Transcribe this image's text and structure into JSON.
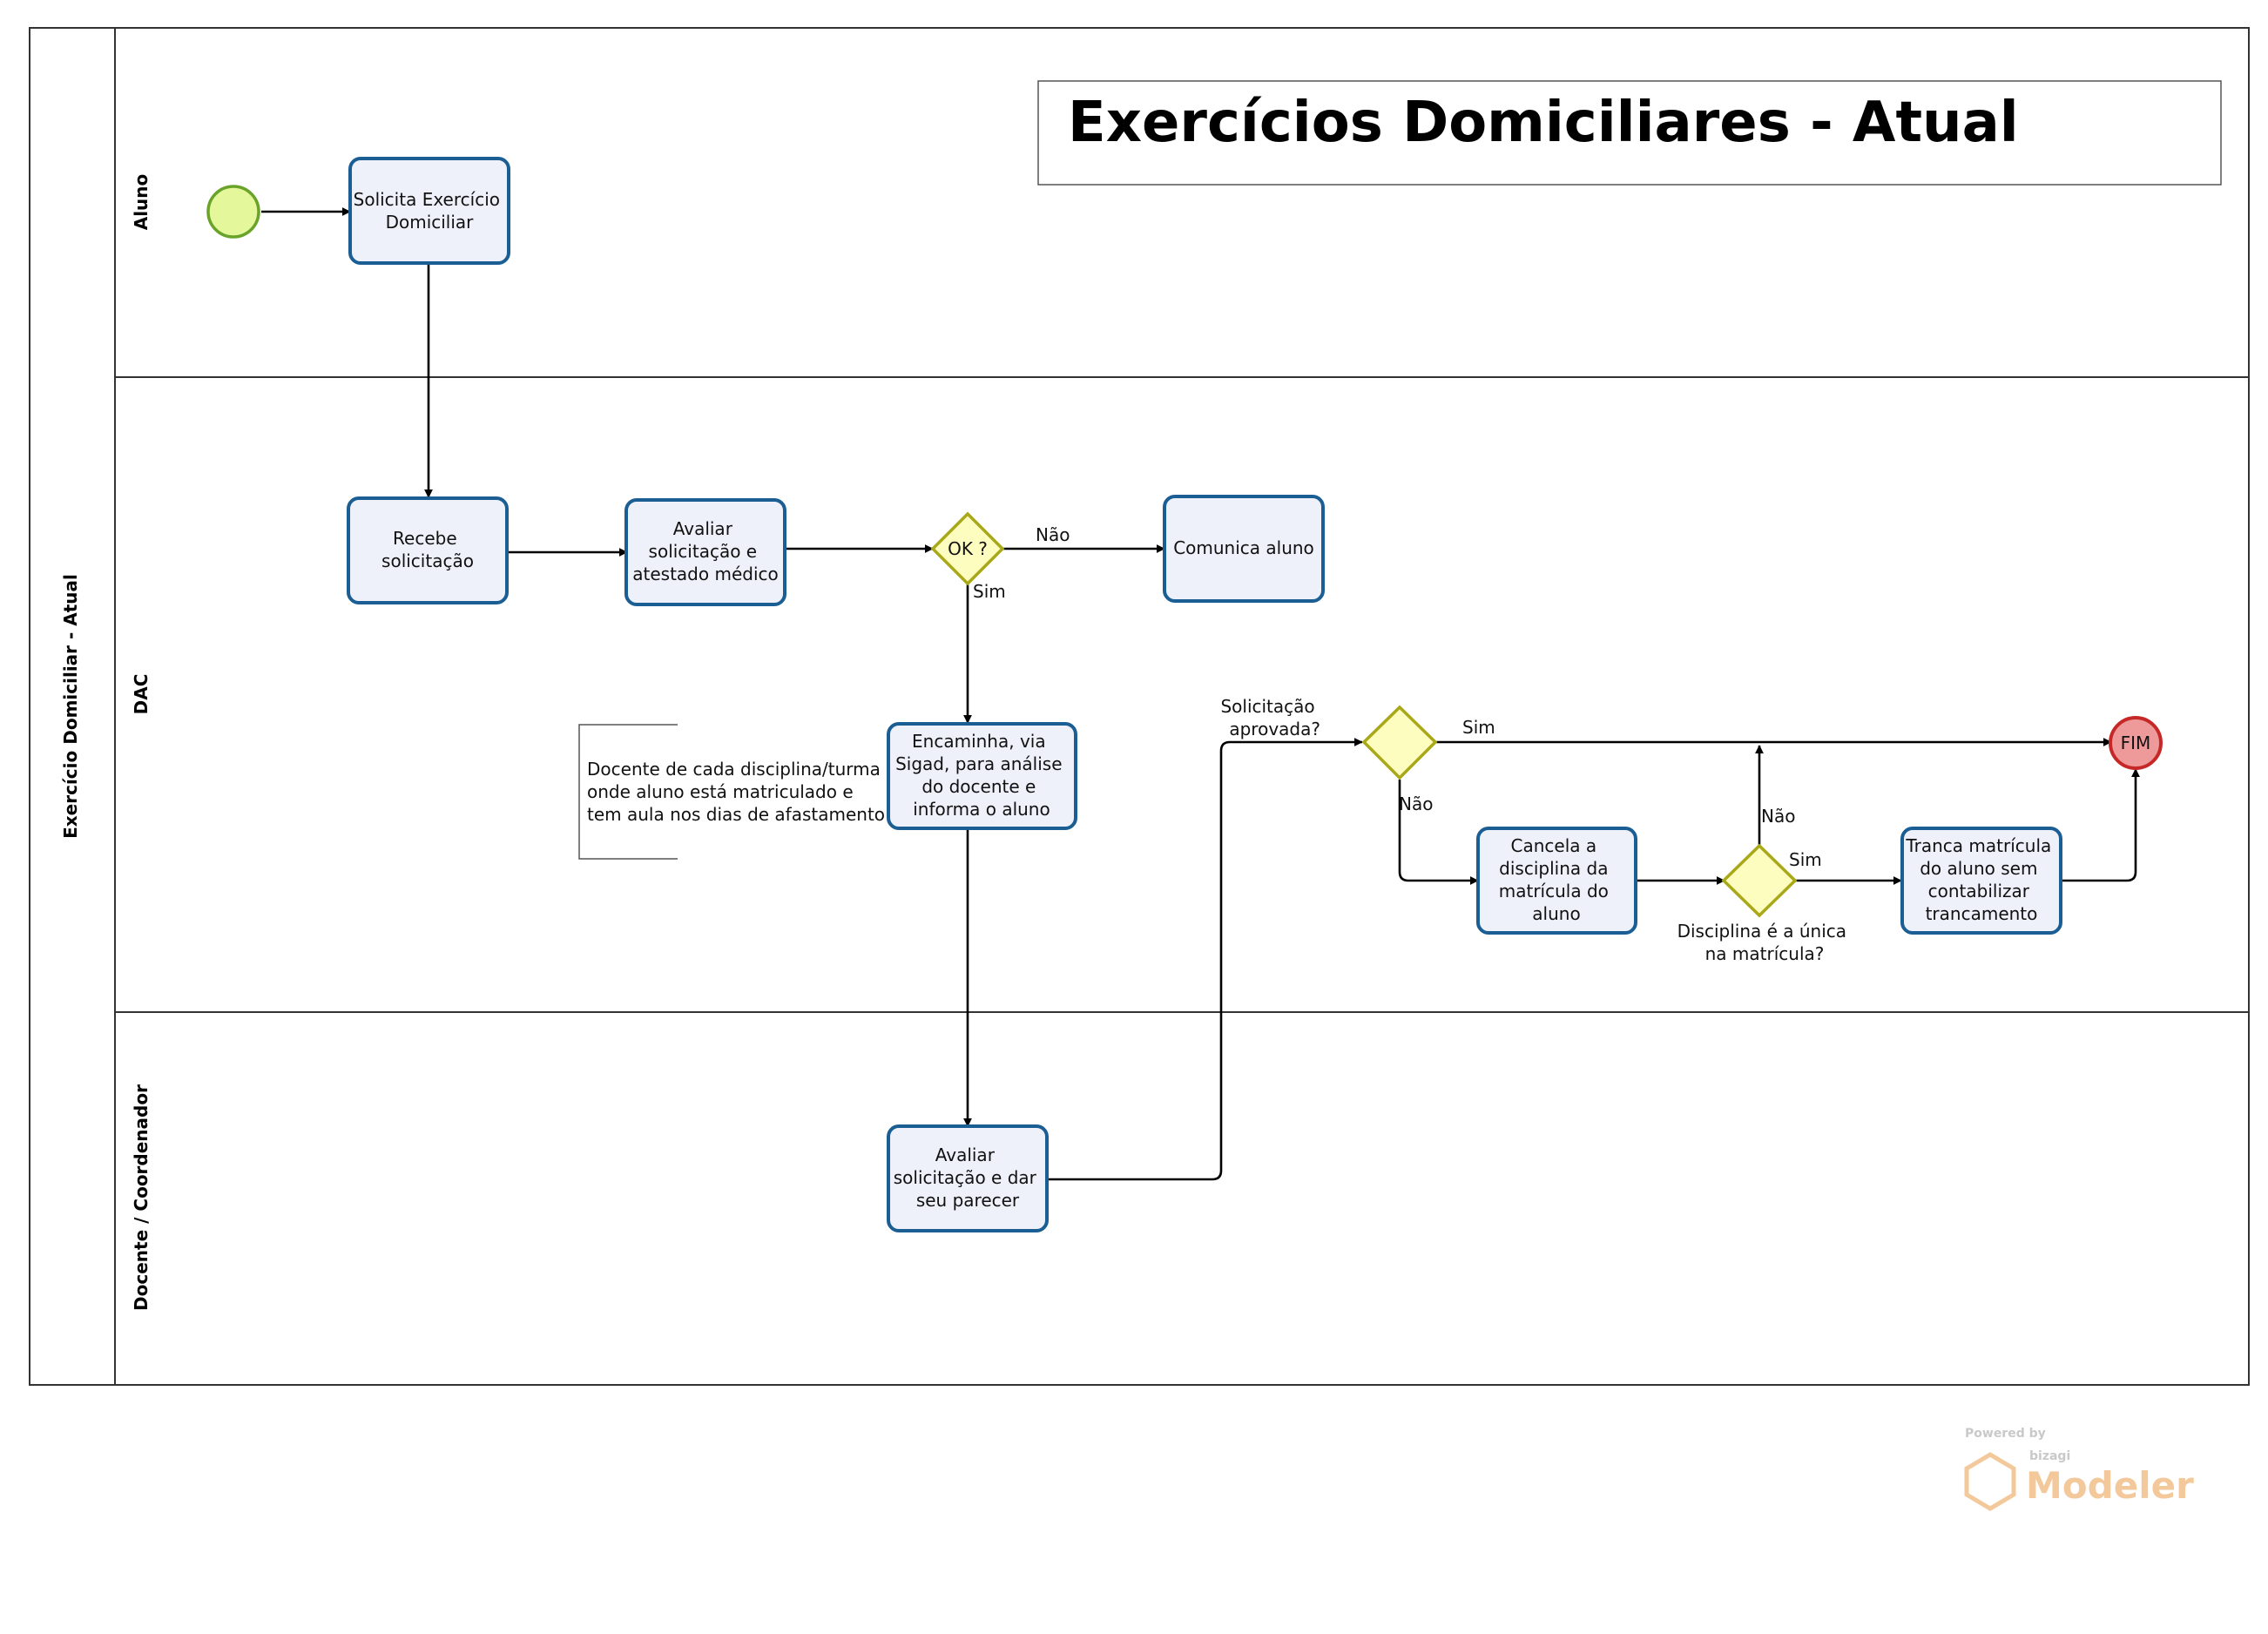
{
  "title": "Exercícios Domiciliares - Atual",
  "pool": {
    "label": "Exercício Domiciliar - Atual"
  },
  "lanes": [
    {
      "label": "Aluno"
    },
    {
      "label": "DAC"
    },
    {
      "label": "Docente / Coordenador"
    }
  ],
  "tasks": {
    "solicita": [
      "Solicita Exercício",
      "Domiciliar"
    ],
    "recebe": [
      "Recebe",
      "solicitação"
    ],
    "avaliar_atestado": [
      "Avaliar",
      "solicitação e",
      "atestado médico"
    ],
    "comunica": [
      "Comunica aluno"
    ],
    "encaminha": [
      "Encaminha, via",
      "Sigad, para análise",
      "do docente e",
      "informa o aluno"
    ],
    "avaliar_parecer": [
      "Avaliar",
      "solicitação e dar",
      "seu parecer"
    ],
    "cancela": [
      "Cancela a",
      "disciplina da",
      "matrícula do",
      "aluno"
    ],
    "tranca": [
      "Tranca matrícula",
      "do aluno sem",
      "contabilizar",
      "trancamento"
    ]
  },
  "gateways": {
    "ok": "OK ?",
    "aprovada": [
      "Solicitação",
      "aprovada?"
    ],
    "unica": [
      "Disciplina é a única",
      "na matrícula?"
    ]
  },
  "flow_labels": {
    "nao": "Não",
    "sim": "Sim"
  },
  "end_event": {
    "label": "FIM"
  },
  "annotation": [
    "Docente de cada disciplina/turma",
    "onde aluno está matriculado e",
    "tem aula nos dias de afastamento"
  ],
  "watermark": {
    "powered": "Powered by",
    "brand": "bizagi",
    "product": "Modeler"
  },
  "colors": {
    "task_fill": "#eef1fa",
    "task_stroke": "#1b5e94",
    "start_fill": "#e4f79b",
    "start_stroke": "#6aa329",
    "gateway_fill": "#fdfdbf",
    "gateway_stroke": "#a8a818",
    "end_fill": "#ef9a9a",
    "end_stroke": "#c62828"
  }
}
